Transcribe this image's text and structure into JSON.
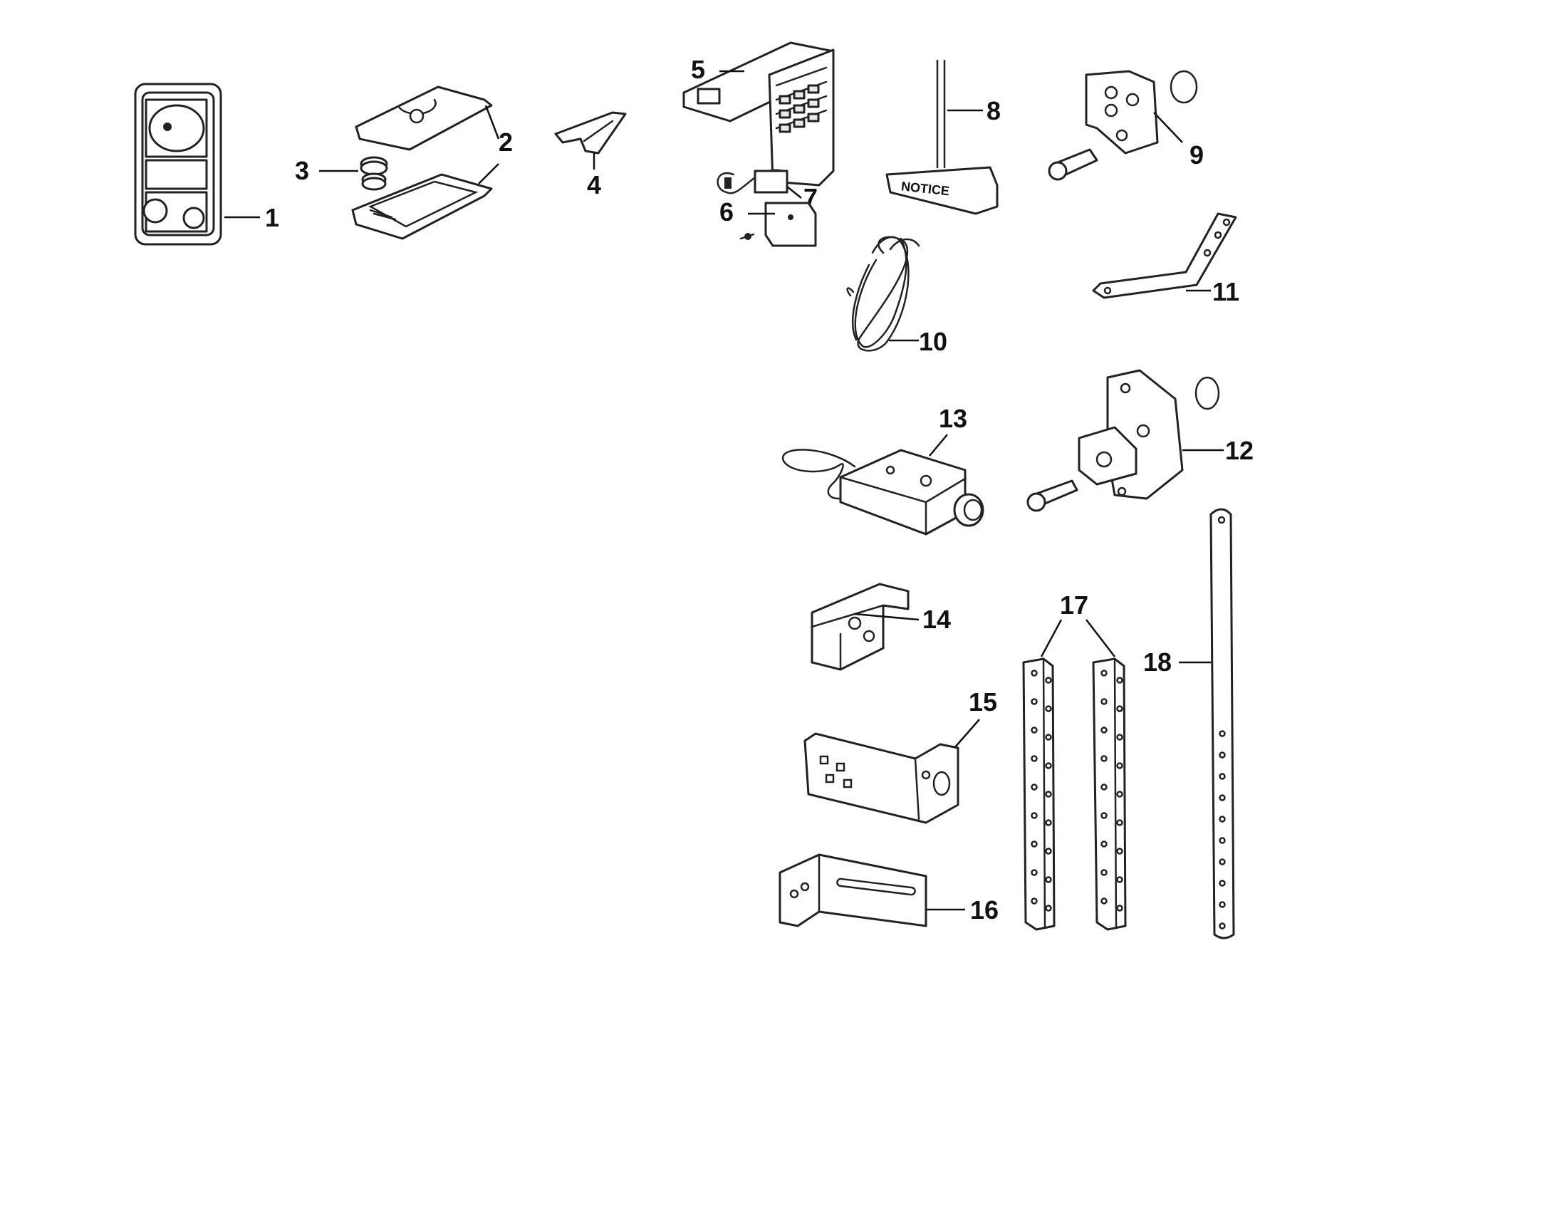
{
  "diagram": {
    "callouts": [
      "1",
      "2",
      "3",
      "4",
      "5",
      "6",
      "7",
      "8",
      "9",
      "10",
      "11",
      "12",
      "13",
      "14",
      "15",
      "16",
      "17",
      "18"
    ],
    "notice_label": "NOTICE"
  }
}
